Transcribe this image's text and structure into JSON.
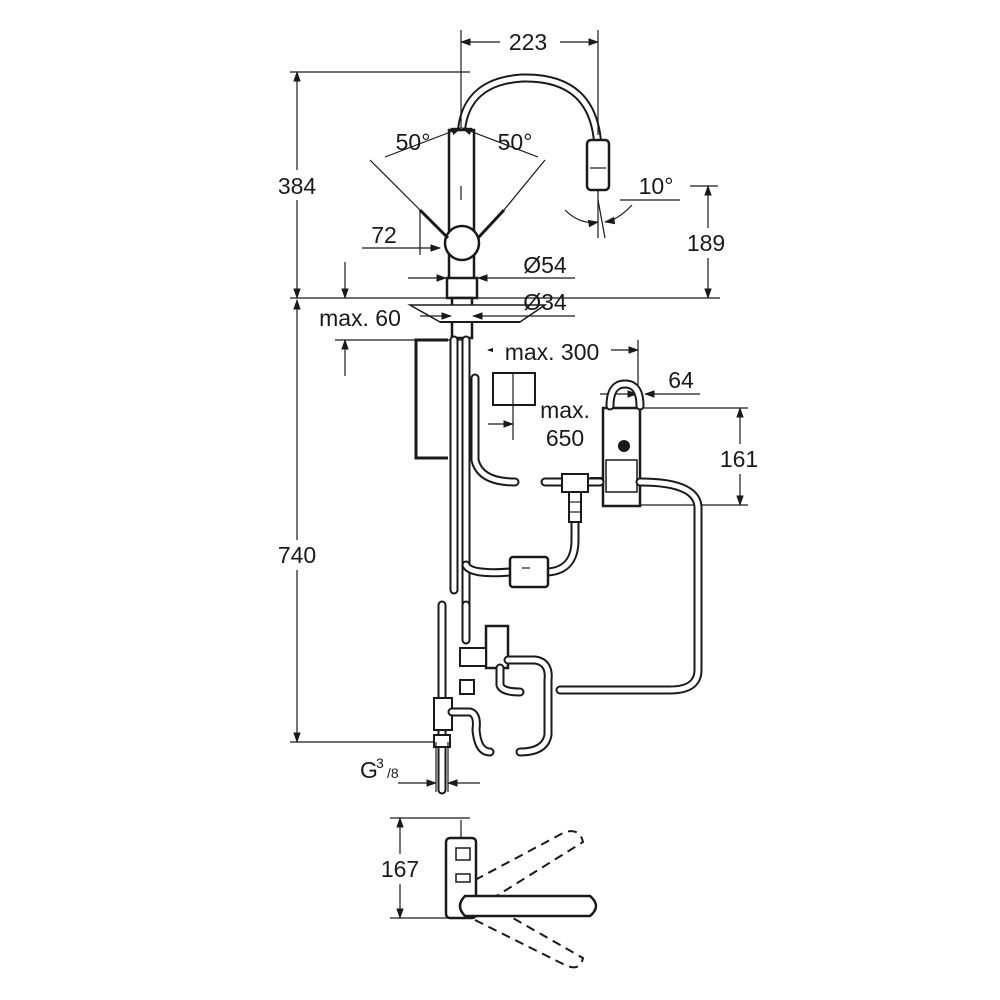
{
  "dimensions": {
    "d223": "223",
    "d384": "384",
    "d50_left": "50°",
    "d50_right": "50°",
    "d10": "10°",
    "d189": "189",
    "d72": "72",
    "d54": "Ø54",
    "d34": "Ø34",
    "dmax60": "max. 60",
    "dmax300": "max. 300",
    "d64": "64",
    "dmax650_a": "max.",
    "dmax650_b": "650",
    "d161": "161",
    "d740": "740",
    "thread_g": "G",
    "thread_num": "3",
    "thread_den": "/8",
    "d167": "167"
  }
}
